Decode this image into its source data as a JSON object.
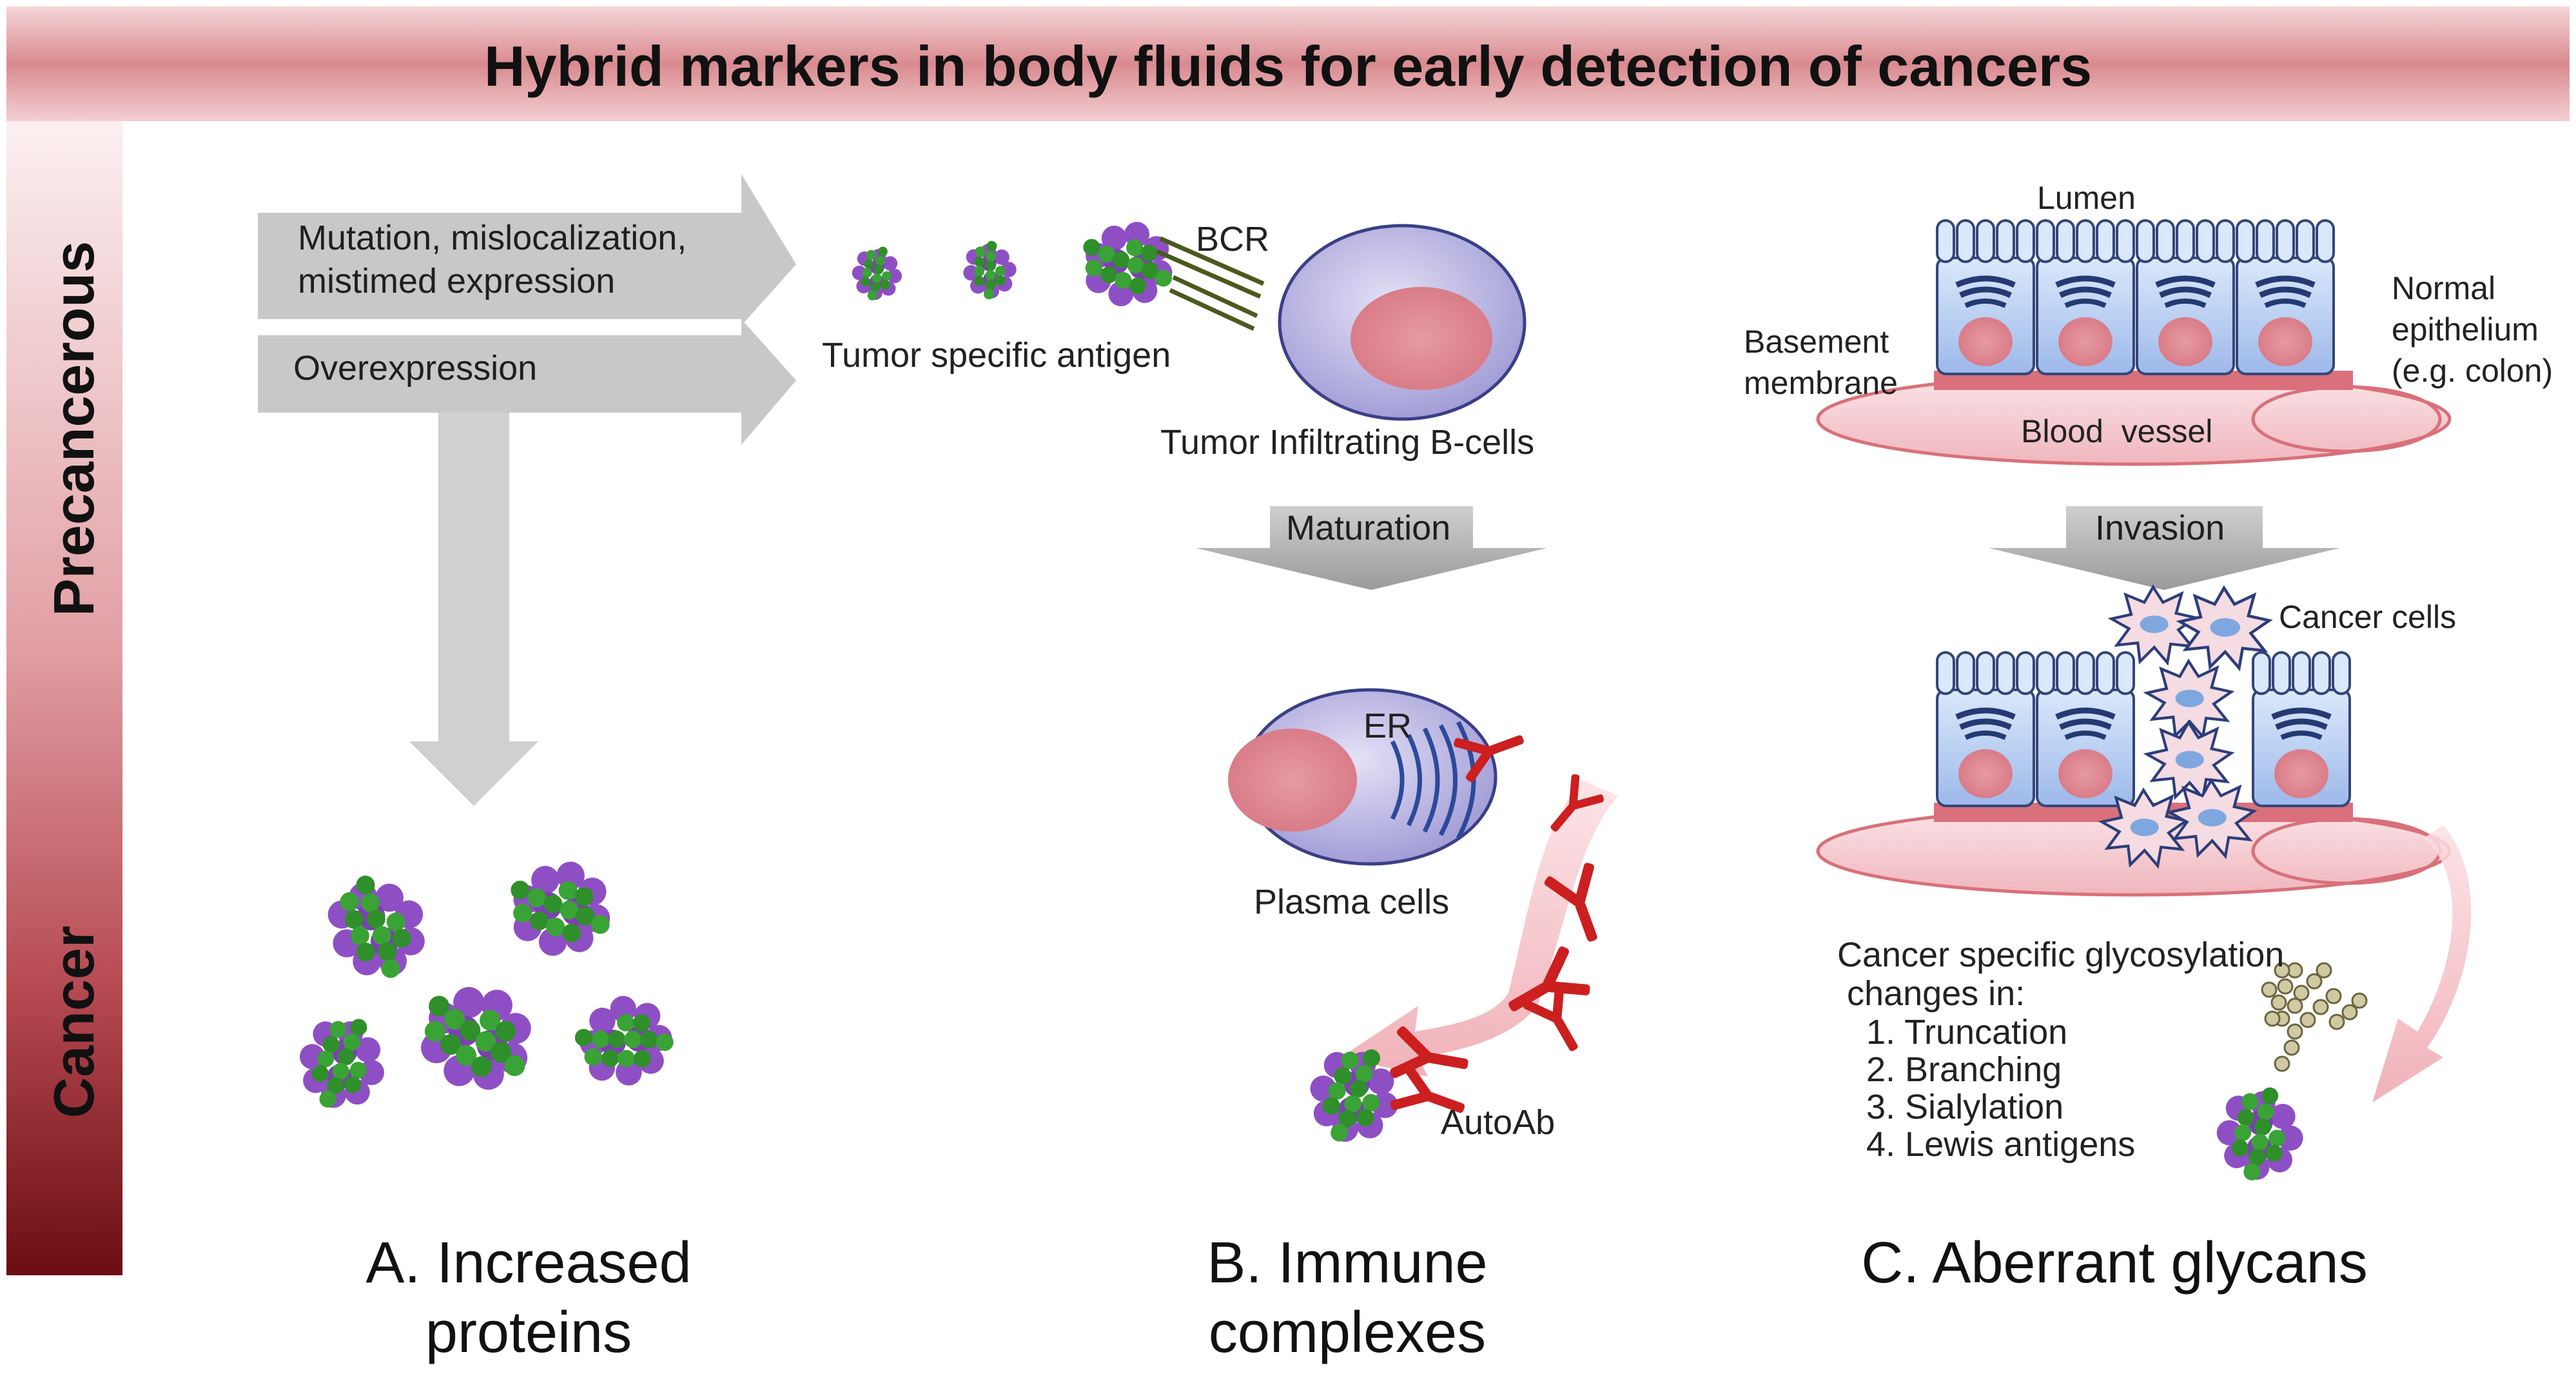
{
  "title": "Hybrid markers in body fluids for early detection of cancers",
  "side_labels": {
    "top": "Precancerous",
    "bottom": "Cancer"
  },
  "panel_a": {
    "arrow1_line1": "Mutation, mislocalization,",
    "arrow1_line2": "mistimed expression",
    "arrow2": "Overexpression",
    "caption_line1": "A. Increased",
    "caption_line2": "proteins"
  },
  "panel_b": {
    "antigen": "Tumor specific antigen",
    "bcr": "BCR",
    "b_cells": "Tumor Infiltrating B-cells",
    "maturation": "Maturation",
    "er": "ER",
    "plasma": "Plasma cells",
    "autoab": "AutoAb",
    "caption_line1": "B. Immune",
    "caption_line2": "complexes"
  },
  "panel_c": {
    "lumen": "Lumen",
    "normal_line1": "Normal",
    "normal_line2": "epithelium",
    "normal_line3": "(e.g. colon)",
    "basement_line1": "Basement",
    "basement_line2": "membrane",
    "blood_vessel": "Blood  vessel",
    "invasion": "Invasion",
    "cancer_cells": "Cancer cells",
    "glyco_line1": "Cancer specific glycosylation",
    "glyco_line2": "changes in:",
    "items": [
      "1. Truncation",
      "2. Branching",
      "3. Sialylation",
      "4. Lewis antigens"
    ],
    "caption": "C. Aberrant glycans"
  },
  "colors": {
    "banner": "#d98a8f",
    "banner_dark": "#6b0d12",
    "arrow_grey": "#c8c8c8",
    "protein_purple": "#8e4fc4",
    "protein_green": "#2f8f2a",
    "cell_purple": "#a7a3d8",
    "cell_blue": "#a9c4ec",
    "antibody_red": "#cc1f1f",
    "basement": "#d9707a",
    "vessel": "#f3c9cf"
  }
}
